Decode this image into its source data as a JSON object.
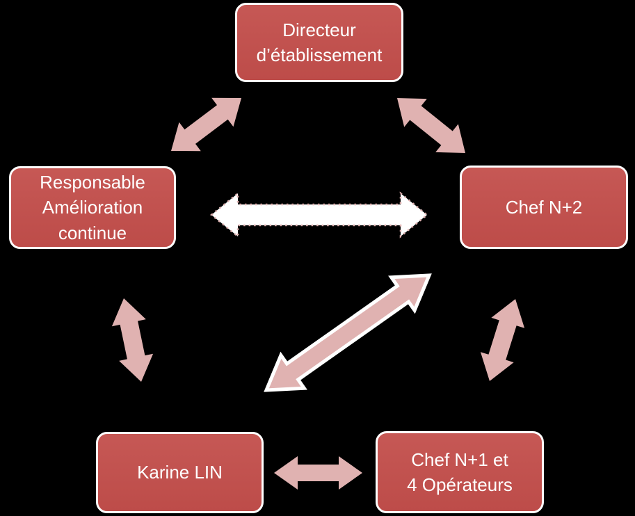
{
  "colors": {
    "background": "#000000",
    "node_fill": "#c0504d",
    "node_border": "#ffffff",
    "arrow_pink": "#e0b2b1",
    "arrow_white_fill": "#ffffff"
  },
  "nodes": {
    "directeur": {
      "lines": [
        "Directeur",
        "d’établissement"
      ]
    },
    "responsable": {
      "lines": [
        "Responsable",
        "Amélioration",
        "continue"
      ]
    },
    "chef_n2": {
      "lines": [
        "Chef N+2"
      ]
    },
    "karine": {
      "lines": [
        "Karine LIN"
      ]
    },
    "chef_n1": {
      "lines": [
        "Chef N+1 et",
        "4 Opérateurs"
      ]
    }
  },
  "connections": [
    {
      "from": "directeur",
      "to": "responsable",
      "direction": "both",
      "style": "pink-solid"
    },
    {
      "from": "directeur",
      "to": "chef_n2",
      "direction": "both",
      "style": "pink-solid"
    },
    {
      "from": "responsable",
      "to": "chef_n2",
      "direction": "both",
      "style": "white-dotted-outline"
    },
    {
      "from": "responsable",
      "to": "karine",
      "direction": "both",
      "style": "pink-solid"
    },
    {
      "from": "chef_n2",
      "to": "chef_n1",
      "direction": "both",
      "style": "pink-solid"
    },
    {
      "from": "chef_n2",
      "to": "karine",
      "direction": "both",
      "style": "pink-white-outline"
    },
    {
      "from": "karine",
      "to": "chef_n1",
      "direction": "both",
      "style": "pink-solid"
    }
  ]
}
